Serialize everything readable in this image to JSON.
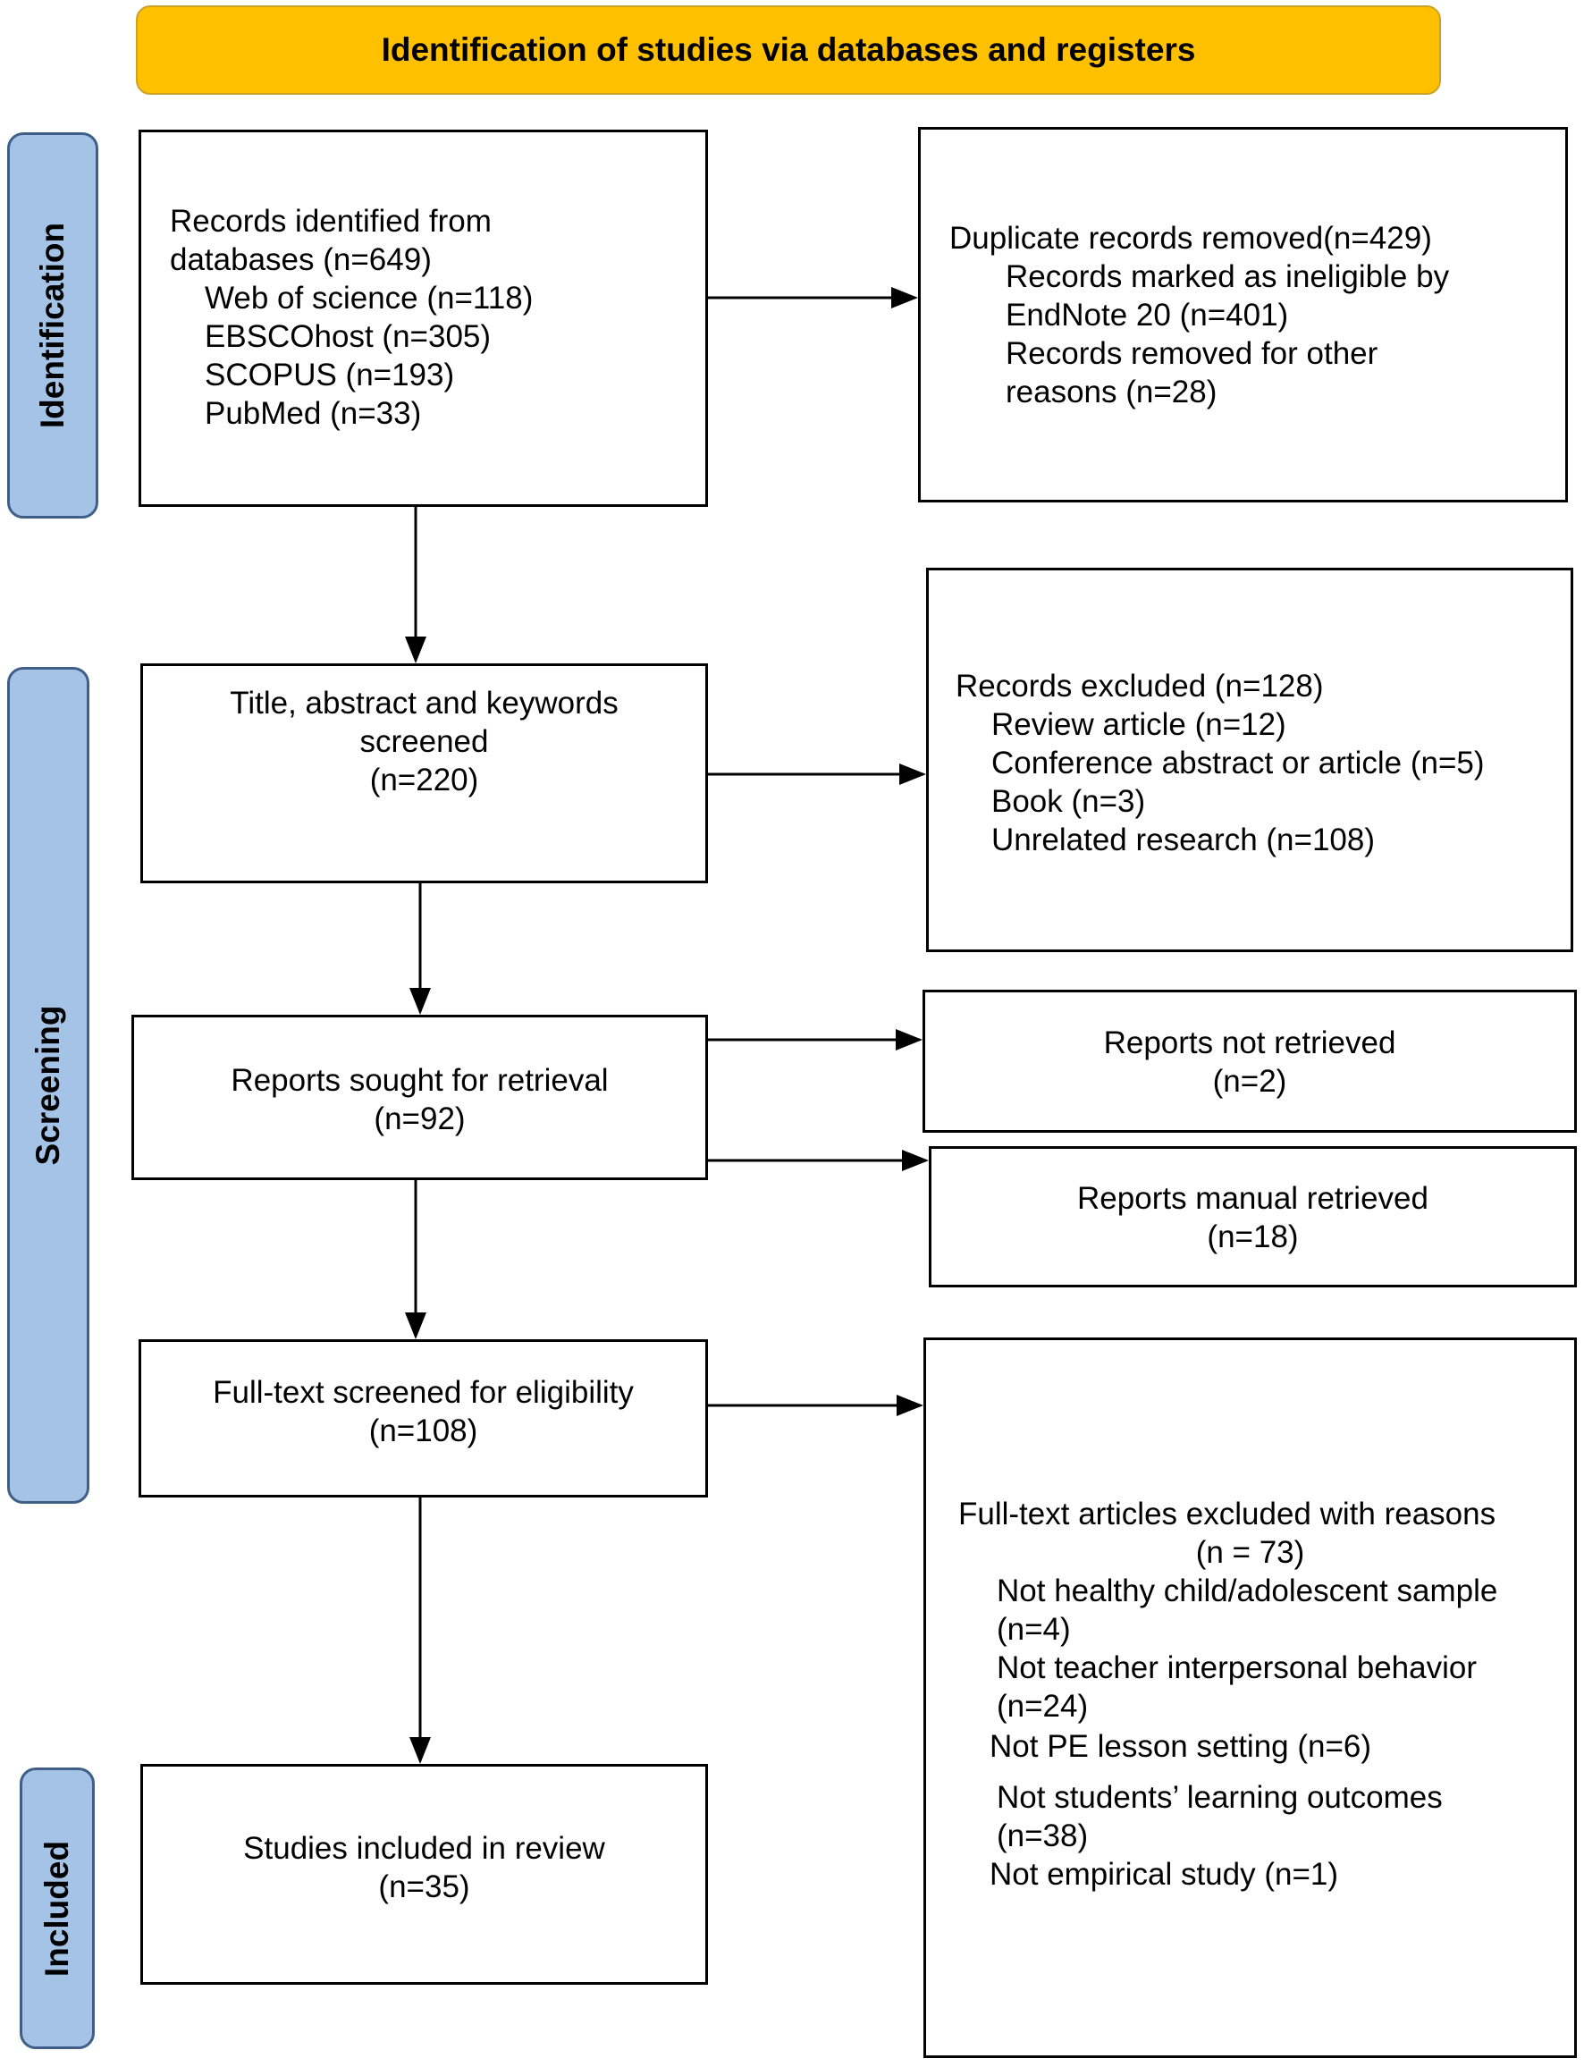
{
  "banner": {
    "title": "Identification of studies via databases and registers"
  },
  "phases": {
    "identification": "Identification",
    "screening": "Screening",
    "included": "Included"
  },
  "identified": {
    "lines": [
      "Records identified from",
      "databases  (n=649)",
      "Web of science (n=118)",
      "EBSCOhost (n=305)",
      "SCOPUS (n=193)",
      "PubMed (n=33)"
    ]
  },
  "duplicates": {
    "lines": [
      "Duplicate records removed(n=429)",
      "Records marked as ineligible by",
      "EndNote 20 (n=401)",
      "Records removed for other",
      "reasons (n=28)"
    ]
  },
  "screened": {
    "lines": [
      "Title, abstract and keywords",
      "screened",
      "(n=220)"
    ]
  },
  "excluded": {
    "lines": [
      "Records excluded (n=128)",
      "Review article (n=12)",
      "Conference abstract or article (n=5)",
      "Book (n=3)",
      "Unrelated research (n=108)"
    ]
  },
  "sought": {
    "lines": [
      "Reports sought for retrieval",
      "(n=92)"
    ]
  },
  "not_retrieved": {
    "lines": [
      "Reports not retrieved",
      "(n=2)"
    ]
  },
  "manual": {
    "lines": [
      "Reports manual retrieved",
      "(n=18)"
    ]
  },
  "fulltext": {
    "lines": [
      "Full-text screened for eligibility",
      "(n=108)"
    ]
  },
  "fulltext_excluded": {
    "lines": [
      "Full-text articles excluded with reasons",
      "(n = 73)",
      "Not healthy child/adolescent sample",
      "(n=4)",
      "Not teacher interpersonal behavior",
      "(n=24)",
      "Not PE lesson setting (n=6)",
      "Not students’ learning outcomes",
      "(n=38)",
      "Not empirical study (n=1)"
    ]
  },
  "included_box": {
    "lines": [
      "Studies included in review",
      "(n=35)"
    ]
  }
}
